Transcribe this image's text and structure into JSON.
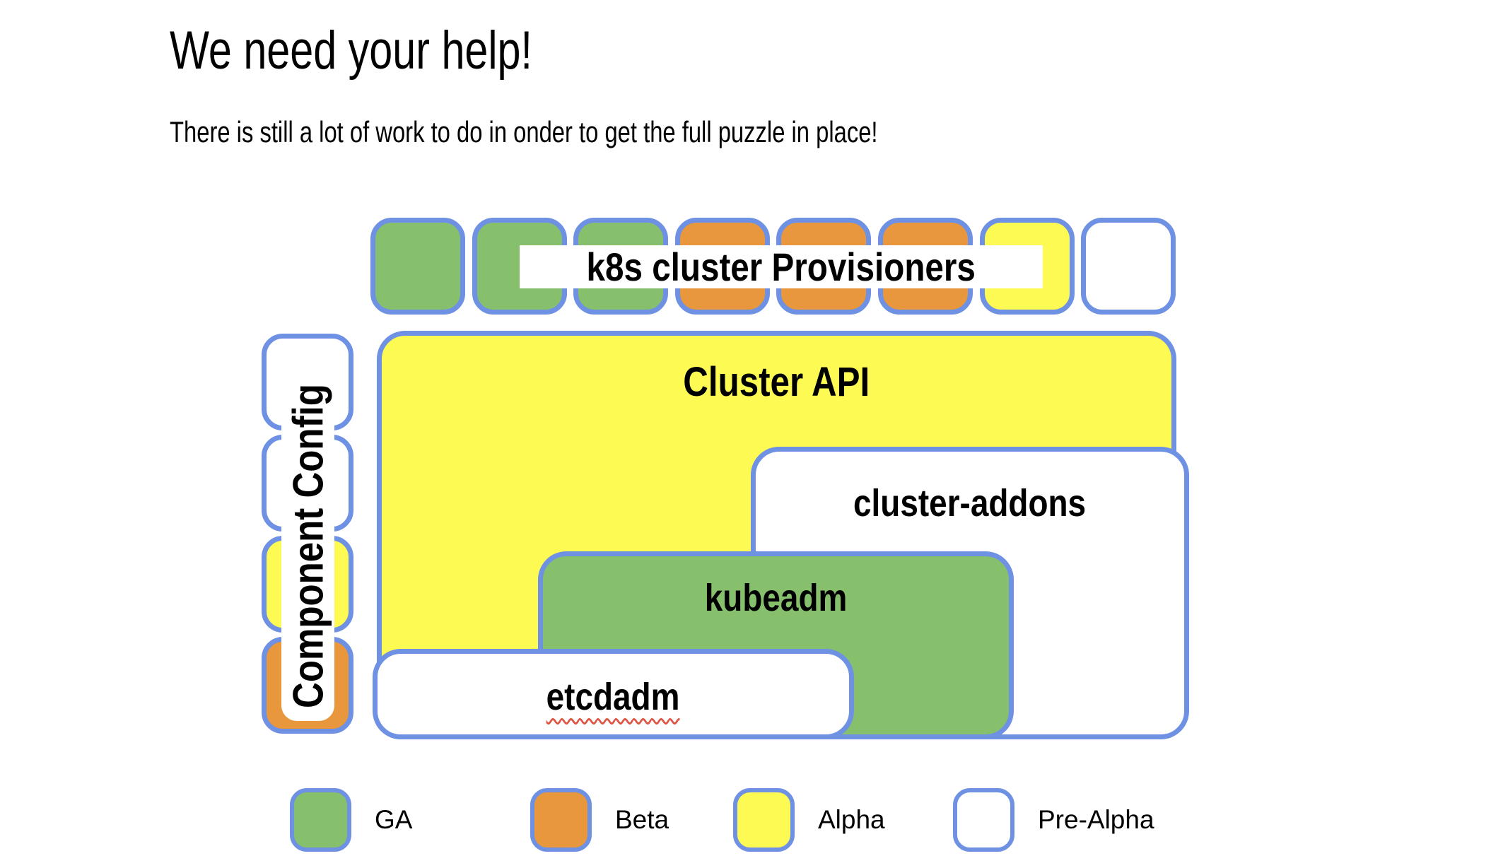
{
  "title": "We need your help!",
  "subtitle": "There is still a lot of work to do in onder to get the full puzzle in place!",
  "colors": {
    "ga": "#86c06d",
    "beta": "#e8973d",
    "alpha": "#fdfb53",
    "pre-alpha": "#ffffff",
    "border": "#6e91e3",
    "squiggle": "#dd5544"
  },
  "provisioners": {
    "label": "k8s cluster Provisioners",
    "tiles": [
      "ga",
      "ga",
      "ga",
      "beta",
      "beta",
      "beta",
      "alpha",
      "pre-alpha"
    ]
  },
  "component_config": {
    "label": "Component Config",
    "tiles": [
      "pre-alpha",
      "pre-alpha",
      "alpha",
      "beta"
    ]
  },
  "boxes": {
    "cluster_api": {
      "label": "Cluster API",
      "status": "alpha"
    },
    "cluster_addons": {
      "label": "cluster-addons",
      "status": "pre-alpha"
    },
    "kubeadm": {
      "label": "kubeadm",
      "status": "ga"
    },
    "etcdadm": {
      "label": "etcdadm",
      "status": "pre-alpha",
      "spellcheck_underline": true
    }
  },
  "legend": {
    "items": [
      {
        "label": "GA",
        "status": "ga"
      },
      {
        "label": "Beta",
        "status": "beta"
      },
      {
        "label": "Alpha",
        "status": "alpha"
      },
      {
        "label": "Pre-Alpha",
        "status": "pre-alpha"
      }
    ]
  }
}
